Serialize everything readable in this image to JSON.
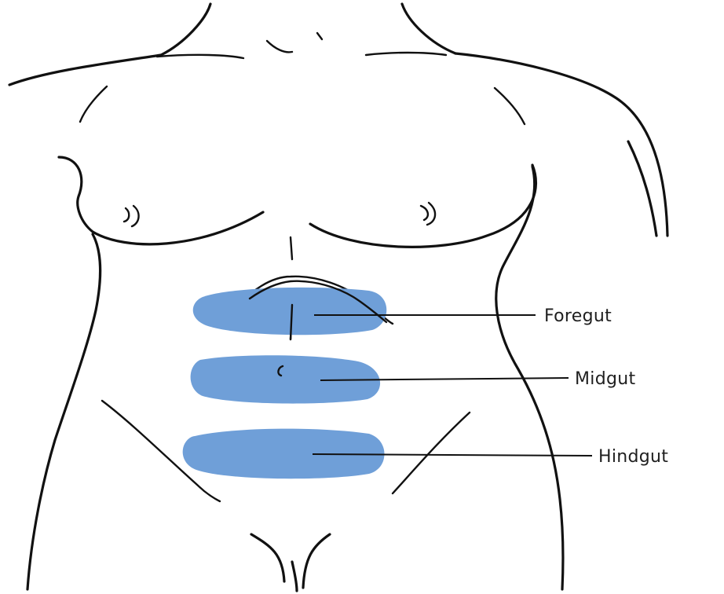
{
  "diagram": {
    "regions": [
      {
        "id": "foregut",
        "label": "Foregut",
        "color": "#6f9fd8"
      },
      {
        "id": "midgut",
        "label": "Midgut",
        "color": "#6f9fd8"
      },
      {
        "id": "hindgut",
        "label": "Hindgut",
        "color": "#6f9fd8"
      }
    ]
  }
}
